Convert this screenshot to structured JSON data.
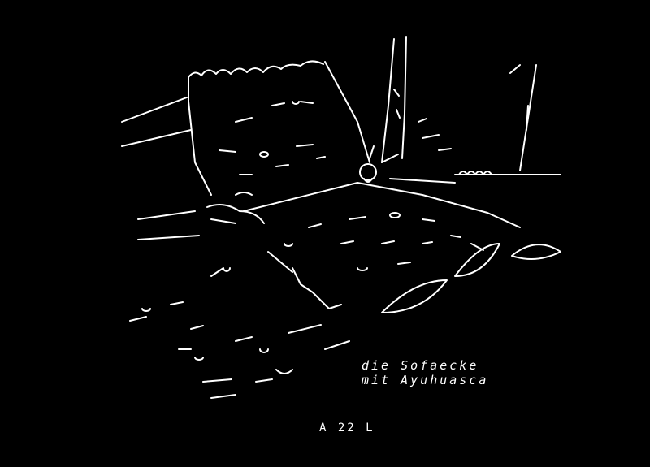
{
  "caption": {
    "line1": "die Sofaecke",
    "line2": "mit Ayuhuasca"
  },
  "signature": "A 22 L",
  "colors": {
    "background": "#000000",
    "ink": "#ffffff"
  }
}
